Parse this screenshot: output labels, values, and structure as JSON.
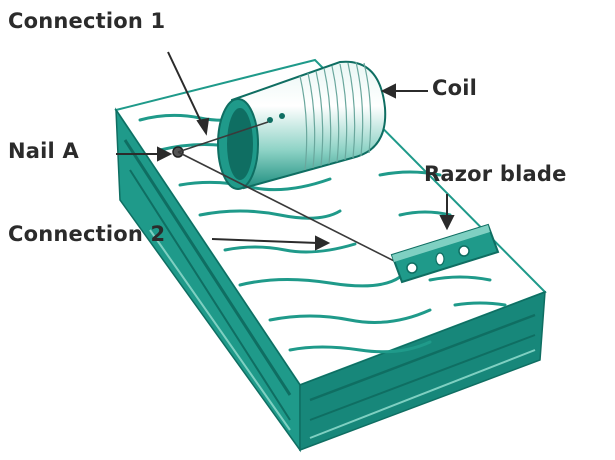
{
  "labels": {
    "connection_1": "Connection 1",
    "coil": "Coil",
    "nail_a": "Nail A",
    "razor_blade": "Razor blade",
    "connection_2": "Connection 2"
  },
  "colors": {
    "ink": "#2b2b2b",
    "teal": "#1f9a8a",
    "teal_dark": "#0f6e62",
    "teal_light": "#7fd0c2",
    "paper": "#ffffff"
  }
}
